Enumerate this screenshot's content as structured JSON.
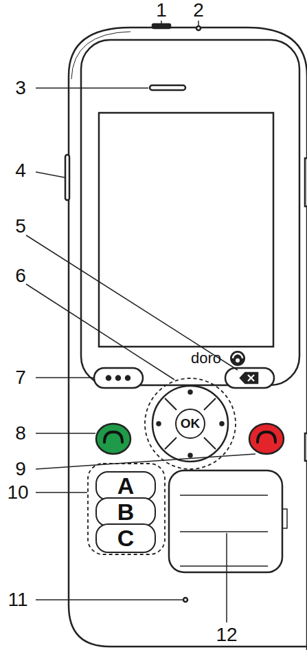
{
  "diagram": {
    "nodes": [
      {
        "text": [
          "OK"
        ]
      },
      {
        "text": [
          "A"
        ]
      },
      {
        "text": [
          "B"
        ]
      },
      {
        "text": [
          "C"
        ]
      }
    ],
    "labels": [
      "1",
      "2",
      "3",
      "4",
      "5",
      "6",
      "7",
      "8",
      "9",
      "10",
      "11",
      "12",
      "doro"
    ]
  }
}
